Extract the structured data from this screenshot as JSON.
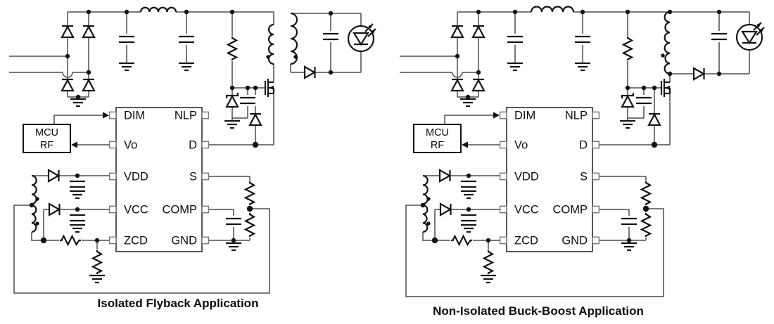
{
  "left_circuit": {
    "caption": "Isolated Flyback Application",
    "mcu_block": {
      "line1": "MCU",
      "line2": "RF"
    },
    "ic_pins_left": [
      "DIM",
      "Vo",
      "VDD",
      "VCC",
      "ZCD"
    ],
    "ic_pins_right": [
      "NLP",
      "D",
      "S",
      "COMP",
      "GND"
    ]
  },
  "right_circuit": {
    "caption": "Non-Isolated Buck-Boost Application",
    "mcu_block": {
      "line1": "MCU",
      "line2": "RF"
    },
    "ic_pins_left": [
      "DIM",
      "Vo",
      "VDD",
      "VCC",
      "ZCD"
    ],
    "ic_pins_right": [
      "NLP",
      "D",
      "S",
      "COMP",
      "GND"
    ]
  },
  "colors": {
    "wire": "#4d4d4d",
    "component": "#141414",
    "background": "#ffffff"
  }
}
